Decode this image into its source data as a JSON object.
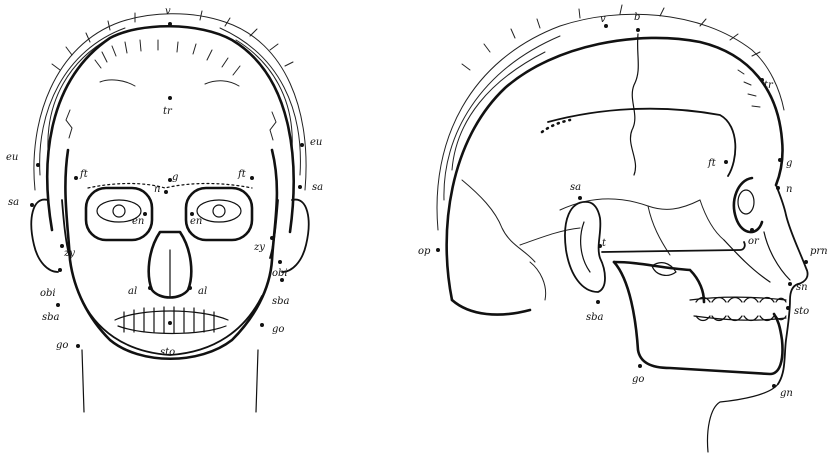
{
  "front_view": {
    "landmarks": [
      {
        "id": "v",
        "label": "v"
      },
      {
        "id": "tr",
        "label": "tr"
      },
      {
        "id": "eu_left",
        "label": "eu"
      },
      {
        "id": "eu_right",
        "label": "eu"
      },
      {
        "id": "ft_left",
        "label": "ft"
      },
      {
        "id": "ft_right",
        "label": "ft"
      },
      {
        "id": "g",
        "label": "g"
      },
      {
        "id": "n",
        "label": "n"
      },
      {
        "id": "sa_left",
        "label": "sa"
      },
      {
        "id": "sa_right",
        "label": "sa"
      },
      {
        "id": "en_left",
        "label": "en"
      },
      {
        "id": "en_right",
        "label": "en"
      },
      {
        "id": "zy_left",
        "label": "zy"
      },
      {
        "id": "zy_right",
        "label": "zy"
      },
      {
        "id": "obi_left",
        "label": "obi"
      },
      {
        "id": "obi_right",
        "label": "obi"
      },
      {
        "id": "al_left",
        "label": "al"
      },
      {
        "id": "al_right",
        "label": "al"
      },
      {
        "id": "sba_left",
        "label": "sba"
      },
      {
        "id": "sba_right",
        "label": "sba"
      },
      {
        "id": "go_left",
        "label": "go"
      },
      {
        "id": "go_right",
        "label": "go"
      },
      {
        "id": "sto",
        "label": "sto"
      }
    ]
  },
  "side_view": {
    "landmarks": [
      {
        "id": "v",
        "label": "v"
      },
      {
        "id": "b",
        "label": "b"
      },
      {
        "id": "tr",
        "label": "tr"
      },
      {
        "id": "g",
        "label": "g"
      },
      {
        "id": "n",
        "label": "n"
      },
      {
        "id": "ft",
        "label": "ft"
      },
      {
        "id": "sa",
        "label": "sa"
      },
      {
        "id": "op",
        "label": "op"
      },
      {
        "id": "t",
        "label": "t"
      },
      {
        "id": "or",
        "label": "or"
      },
      {
        "id": "prn",
        "label": "prn"
      },
      {
        "id": "sn",
        "label": "sn"
      },
      {
        "id": "sba",
        "label": "sba"
      },
      {
        "id": "sto",
        "label": "sto"
      },
      {
        "id": "go",
        "label": "go"
      },
      {
        "id": "gn",
        "label": "gn"
      }
    ]
  }
}
